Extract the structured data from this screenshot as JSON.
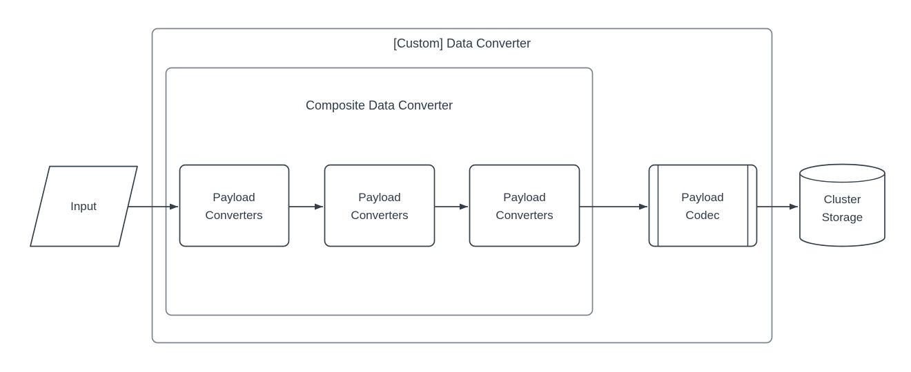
{
  "diagram": {
    "outer_container": {
      "title": "[Custom] Data Converter"
    },
    "composite_container": {
      "title": "Composite Data Converter"
    },
    "input": {
      "label": "Input"
    },
    "converters": [
      "Payload Converters",
      "Payload Converters",
      "Payload Converters"
    ],
    "codec": {
      "label": "Payload Codec"
    },
    "storage": {
      "label": "Cluster Storage"
    }
  },
  "colors": {
    "shape-stroke": "#34404c",
    "container-stroke": "#7b838c",
    "arrow-stroke": "#34404c",
    "text-color": "#2e3b4a",
    "background": "#ffffff"
  }
}
